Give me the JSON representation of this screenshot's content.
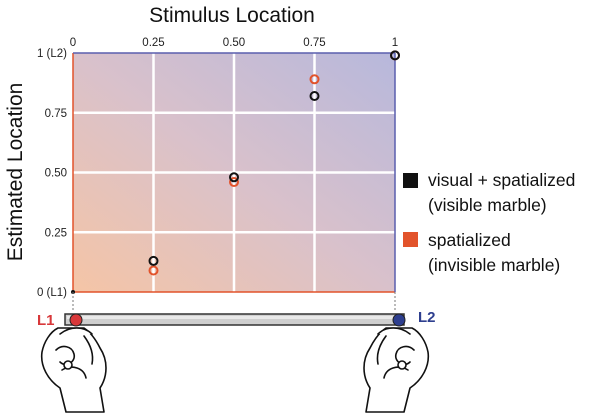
{
  "chart_data": {
    "type": "scatter",
    "title": "Stimulus Location",
    "xlabel": "",
    "ylabel": "Estimated Location",
    "xlim": [
      0,
      1
    ],
    "ylim": [
      0,
      1
    ],
    "x_ticks": [
      {
        "value": 0,
        "label": "0"
      },
      {
        "value": 0.25,
        "label": "0.25"
      },
      {
        "value": 0.5,
        "label": "0.50"
      },
      {
        "value": 0.75,
        "label": "0.75"
      },
      {
        "value": 1,
        "label": "1"
      }
    ],
    "y_ticks": [
      {
        "value": 0,
        "label": "0 (L1)"
      },
      {
        "value": 0.25,
        "label": "0.25"
      },
      {
        "value": 0.5,
        "label": "0.50"
      },
      {
        "value": 0.75,
        "label": "0.75"
      },
      {
        "value": 1,
        "label": "1 (L2)"
      }
    ],
    "grid": true,
    "legend_placement": "right",
    "series": [
      {
        "name": "visual + spatialized\n(visible marble)",
        "color": "#111111",
        "x": [
          0,
          0.25,
          0.5,
          0.75,
          1
        ],
        "y": [
          0,
          0.13,
          0.48,
          0.82,
          0.99
        ]
      },
      {
        "name": "spatialized\n(invisible marble)",
        "color": "#e2532b",
        "x": [
          0.25,
          0.5,
          0.75,
          1
        ],
        "y": [
          0.09,
          0.46,
          0.89,
          0.99
        ]
      }
    ]
  },
  "legend": {
    "visual_line1": "visual + spatialized",
    "visual_line2": "(visible marble)",
    "spatial_line1": "spatialized",
    "spatial_line2": "(invisible marble)"
  },
  "apparatus": {
    "left_label": "L1",
    "right_label": "L2",
    "left_color": "#d8383a",
    "right_color": "#2e3f8f"
  },
  "colors": {
    "axis_left": "#e2532b",
    "axis_right": "#5a5fae",
    "grid": "#ffffff"
  }
}
